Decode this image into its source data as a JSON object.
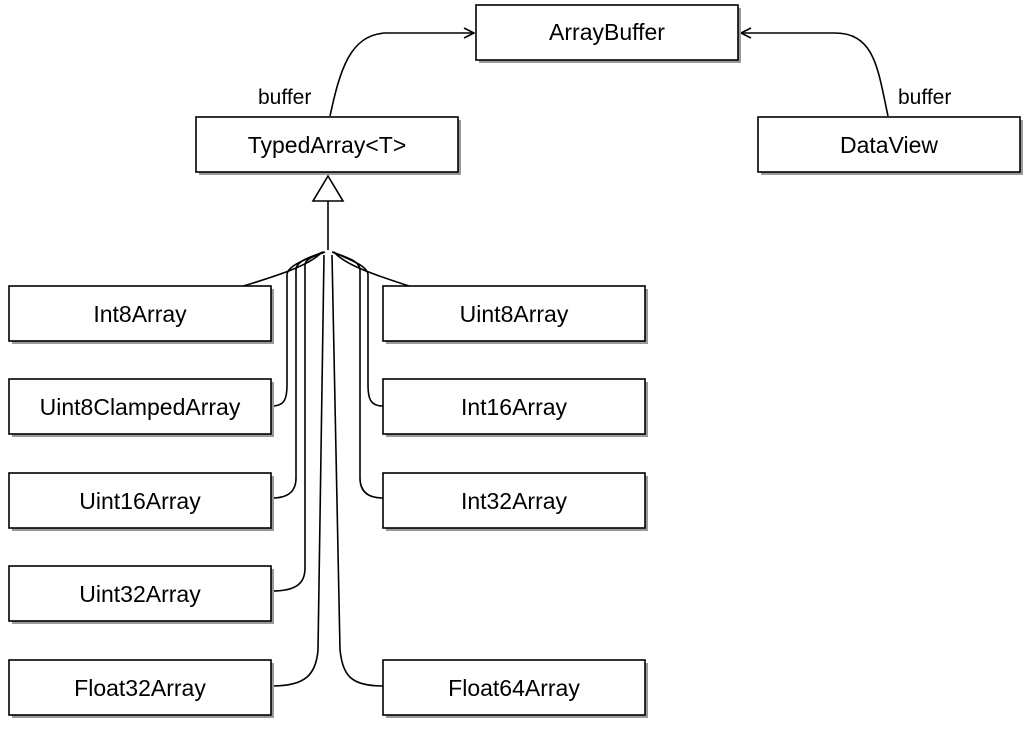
{
  "nodes": {
    "arraybuffer": "ArrayBuffer",
    "typedarray": "TypedArray<T>",
    "dataview": "DataView",
    "int8array": "Int8Array",
    "uint8array": "Uint8Array",
    "uint8clampedarray": "Uint8ClampedArray",
    "int16array": "Int16Array",
    "uint16array": "Uint16Array",
    "int32array": "Int32Array",
    "uint32array": "Uint32Array",
    "float32array": "Float32Array",
    "float64array": "Float64Array"
  },
  "edges": {
    "typedarray_buffer_label": "buffer",
    "dataview_buffer_label": "buffer"
  },
  "colors": {
    "stroke": "#000000",
    "box_fill": "#ffffff",
    "shadow": "#9a9a9a"
  }
}
